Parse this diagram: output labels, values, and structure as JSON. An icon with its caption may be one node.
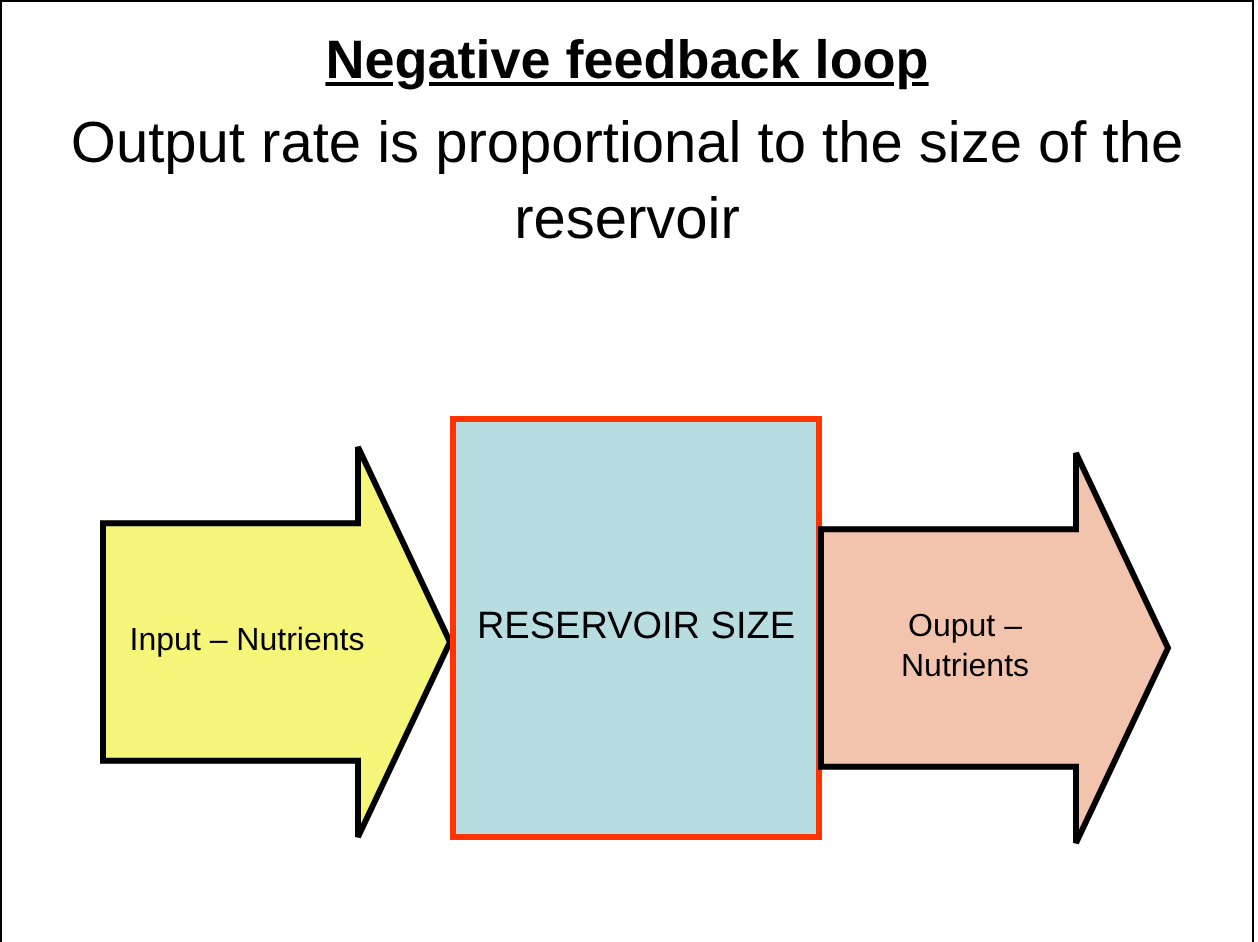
{
  "diagram": {
    "title": "Negative feedback loop",
    "nodes": [
      {
        "text": [
          "Input – Nutrients"
        ]
      },
      {
        "text": [
          "RESERVOIR SIZE"
        ]
      },
      {
        "text": [
          "Ouput – Nutrients"
        ]
      }
    ],
    "labels": [
      "Output rate is proportional to the size of the reservoir"
    ]
  }
}
